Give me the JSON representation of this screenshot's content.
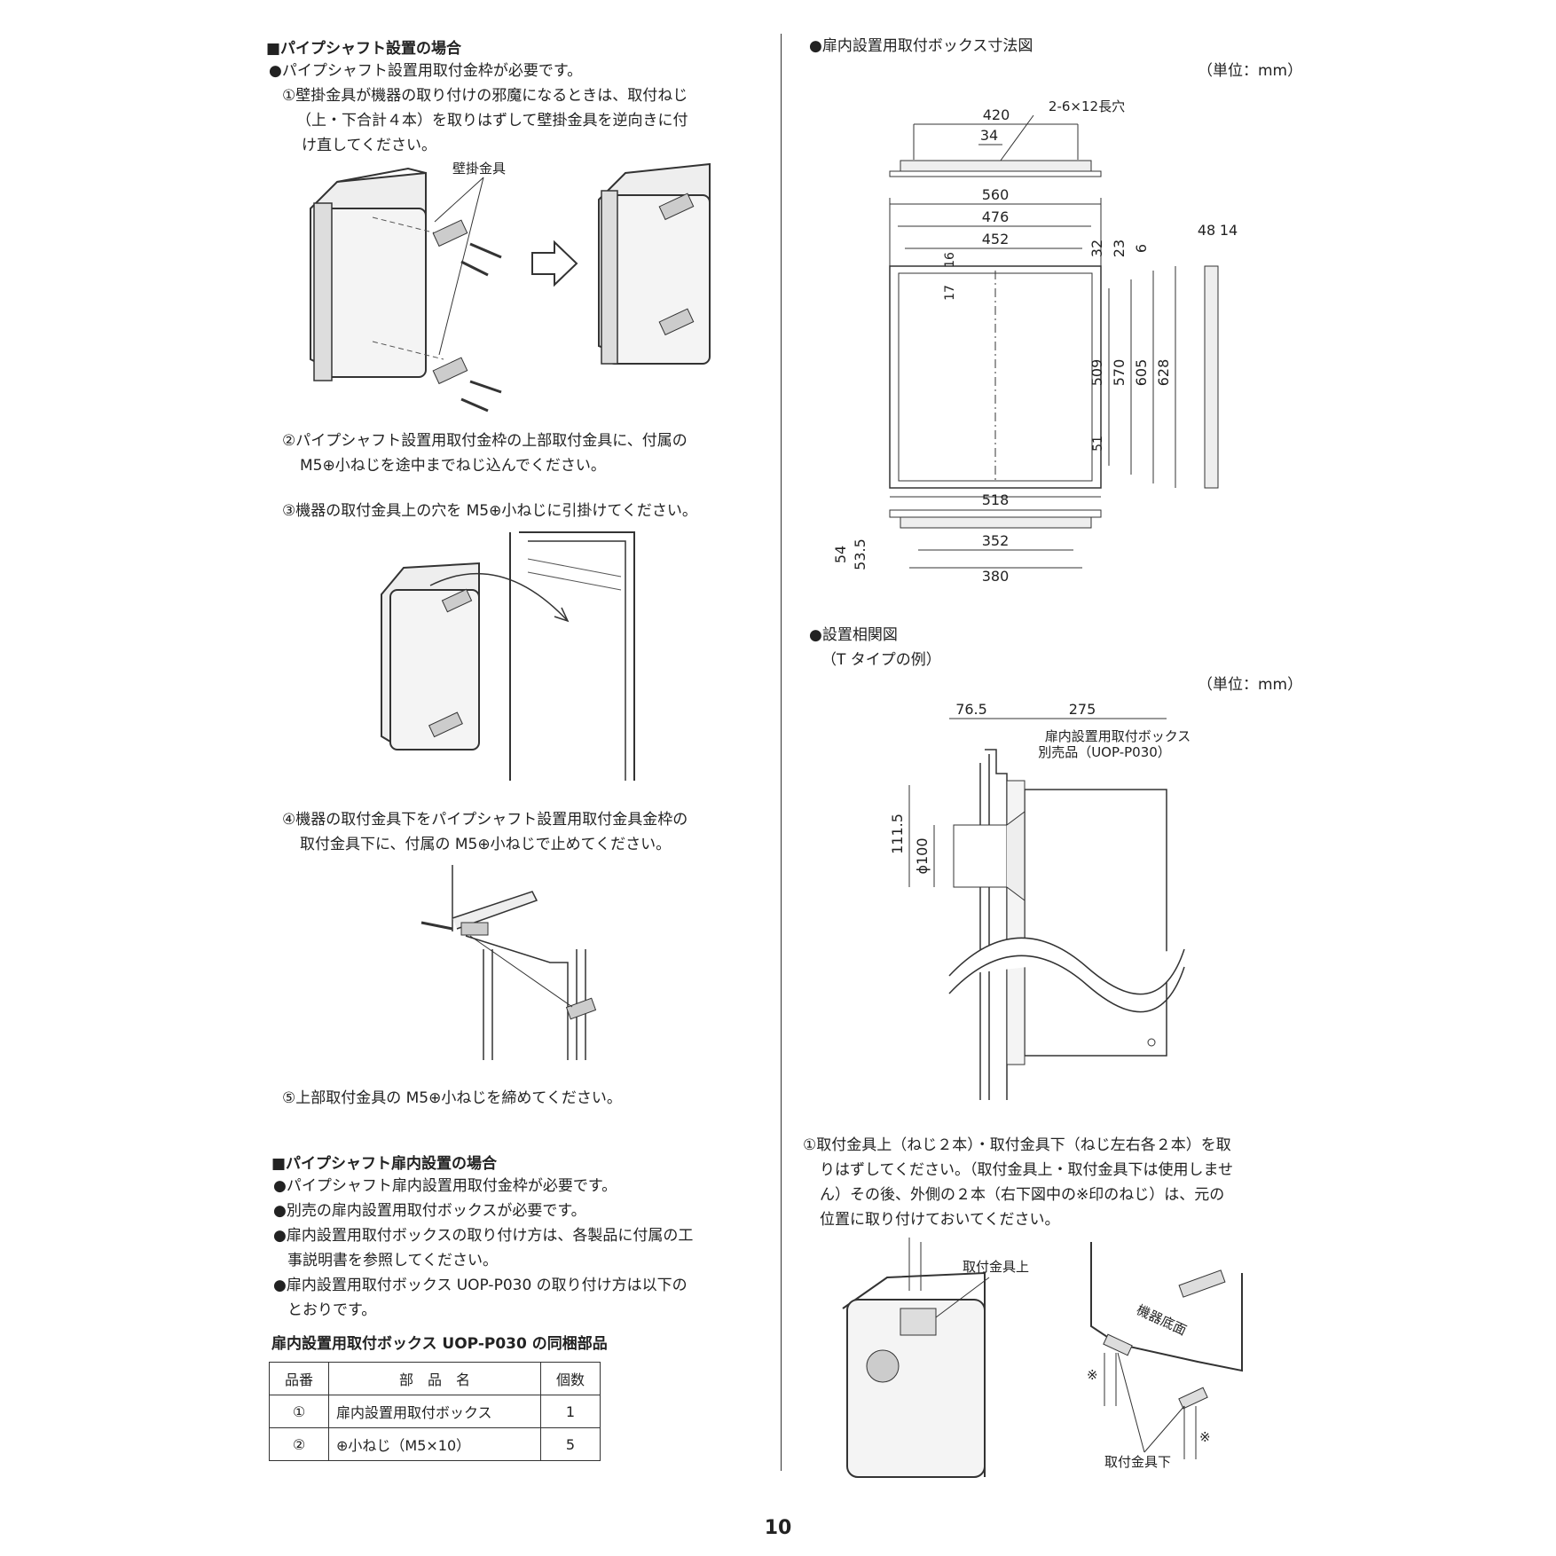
{
  "left": {
    "section1": {
      "heading": "■パイプシャフト設置の場合",
      "bullet": "●パイプシャフト設置用取付金枠が必要です。",
      "step1_lines": [
        "①壁掛金具が機器の取り付けの邪魔になるときは、取付ねじ",
        "（上・下合計４本）を取りはずして壁掛金具を逆向きに付",
        "け直してください。"
      ],
      "fig1_label": "壁掛金具",
      "step2_lines": [
        "②パイプシャフト設置用取付金枠の上部取付金具に、付属の",
        "M5⊕小ねじを途中までねじ込んでください。"
      ],
      "step3": "③機器の取付金具上の穴を M5⊕小ねじに引掛けてください。",
      "step4_lines": [
        "④機器の取付金具下をパイプシャフト設置用取付金具金枠の",
        "取付金具下に、付属の M5⊕小ねじで止めてください。"
      ],
      "step5": "⑤上部取付金具の M5⊕小ねじを締めてください。"
    },
    "section2": {
      "heading": "■パイプシャフト扉内設置の場合",
      "bullets": [
        "●パイプシャフト扉内設置用取付金枠が必要です。",
        "●別売の扉内設置用取付ボックスが必要です。",
        "●扉内設置用取付ボックスの取り付け方は、各製品に付属の工",
        "事説明書を参照してください。",
        "●扉内設置用取付ボックス UOP-P030 の取り付け方は以下の",
        "とおりです。"
      ],
      "parts_title": "扉内設置用取付ボックス UOP-P030 の同梱部品",
      "table": {
        "headers": [
          "品番",
          "部　品　名",
          "個数"
        ],
        "rows": [
          [
            "①",
            "扉内設置用取付ボックス",
            "1"
          ],
          [
            "②",
            "⊕小ねじ（M5×10）",
            "5"
          ]
        ]
      }
    }
  },
  "right": {
    "dim_title": "●扉内設置用取付ボックス寸法図",
    "unit": "（単位：mm）",
    "dims": {
      "d420": "420",
      "d34": "34",
      "hole": "2-6×12長穴",
      "d560": "560",
      "d476": "476",
      "d452": "452",
      "d16": "16",
      "d17": "17",
      "d32": "32",
      "d23": "23",
      "d6": "6",
      "d48": "48",
      "d14": "14",
      "d509": "509",
      "d570": "570",
      "d605": "605",
      "d628": "628",
      "d51": "51",
      "d518": "518",
      "d352": "352",
      "d380": "380",
      "d54": "54",
      "d53_5": "53.5"
    },
    "rel_title": "●設置相関図",
    "rel_sub": "（T タイプの例）",
    "rel_unit": "（単位：mm）",
    "rel": {
      "d76_5": "76.5",
      "d275": "275",
      "box_label1": "扉内設置用取付ボックス",
      "box_label2": "別売品（UOP-P030）",
      "d111_5": "111.5",
      "d100": "ϕ100"
    },
    "step1_lines": [
      "①取付金具上（ねじ２本）・取付金具下（ねじ左右各２本）を取",
      "りはずしてください。（取付金具上・取付金具下は使用しませ",
      "ん）その後、外側の２本（右下図中の※印のねじ）は、元の",
      "位置に取り付けておいてください。"
    ],
    "fig_upper": "取付金具上",
    "fig_lower": "取付金具下",
    "fig_bottom": "機器底面",
    "mark": "※"
  },
  "page_number": "10"
}
